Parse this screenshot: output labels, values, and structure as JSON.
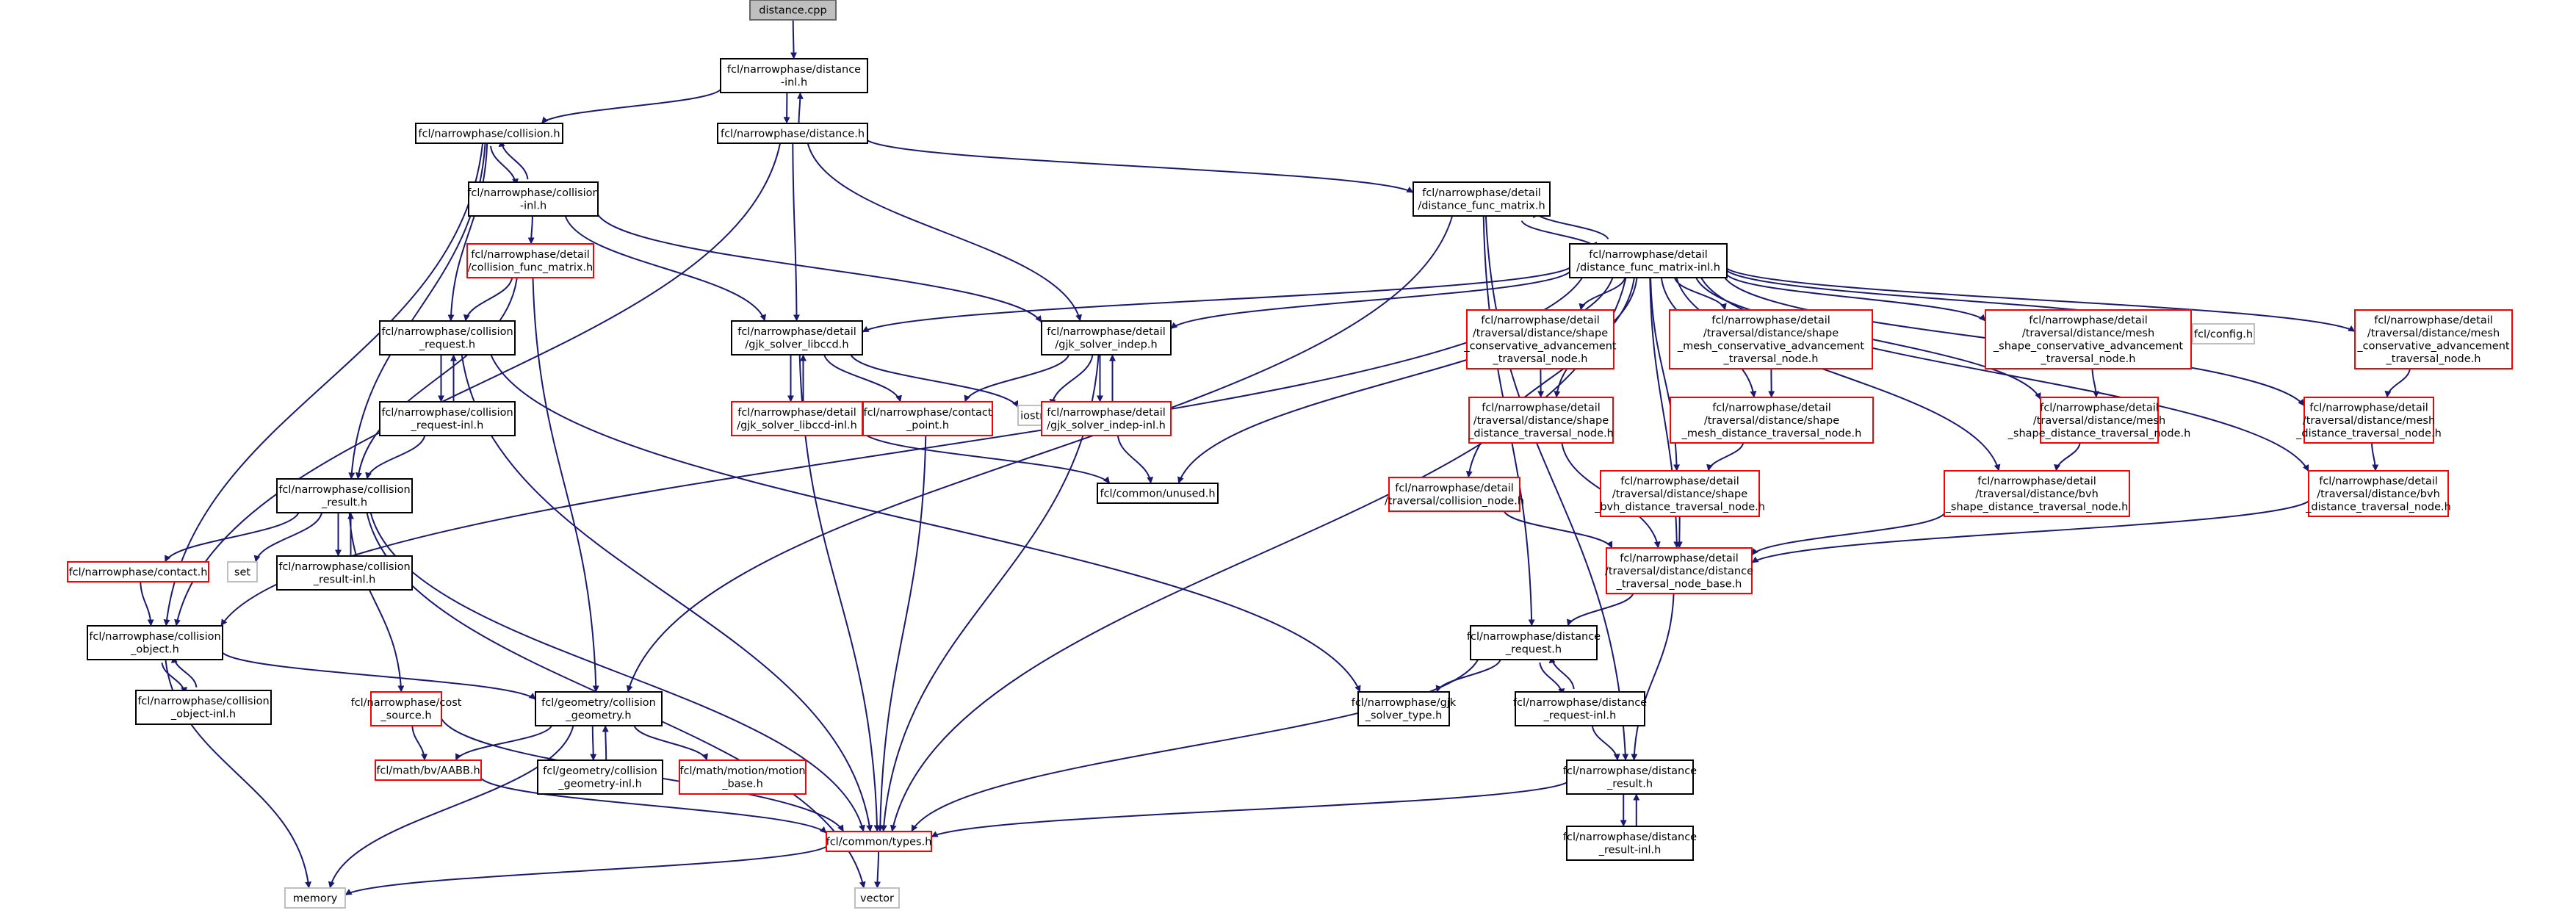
{
  "colors": {
    "edge": "#191970",
    "black": "#000000",
    "red": "#ff0000",
    "gray": "#bfbfbf",
    "highlight": "#bfbfbf",
    "text": "#000000"
  },
  "nodes": [
    {
      "id": "dcpp",
      "lines": [
        "distance.cpp"
      ],
      "style": "highlight"
    },
    {
      "id": "dinl",
      "lines": [
        "fcl/narrowphase/distance",
        "-inl.h"
      ],
      "style": "black"
    },
    {
      "id": "dh",
      "lines": [
        "fcl/narrowphase/distance.h"
      ],
      "style": "black"
    },
    {
      "id": "colh",
      "lines": [
        "fcl/narrowphase/collision.h"
      ],
      "style": "black"
    },
    {
      "id": "colinl",
      "lines": [
        "fcl/narrowphase/collision",
        "-inl.h"
      ],
      "style": "black"
    },
    {
      "id": "cfm",
      "lines": [
        "fcl/narrowphase/detail",
        "/collision_func_matrix.h"
      ],
      "style": "red"
    },
    {
      "id": "creq",
      "lines": [
        "fcl/narrowphase/collision",
        "_request.h"
      ],
      "style": "black"
    },
    {
      "id": "creqinl",
      "lines": [
        "fcl/narrowphase/collision",
        "_request-inl.h"
      ],
      "style": "black"
    },
    {
      "id": "cres",
      "lines": [
        "fcl/narrowphase/collision",
        "_result.h"
      ],
      "style": "black"
    },
    {
      "id": "contact",
      "lines": [
        "fcl/narrowphase/contact.h"
      ],
      "style": "red"
    },
    {
      "id": "set",
      "lines": [
        "set"
      ],
      "style": "gray"
    },
    {
      "id": "cresinl",
      "lines": [
        "fcl/narrowphase/collision",
        "_result-inl.h"
      ],
      "style": "black"
    },
    {
      "id": "cobj",
      "lines": [
        "fcl/narrowphase/collision",
        "_object.h"
      ],
      "style": "black"
    },
    {
      "id": "cobjinl",
      "lines": [
        "fcl/narrowphase/collision",
        "_object-inl.h"
      ],
      "style": "black"
    },
    {
      "id": "cost",
      "lines": [
        "fcl/narrowphase/cost",
        "_source.h"
      ],
      "style": "red"
    },
    {
      "id": "aabb",
      "lines": [
        "fcl/math/bv/AABB.h"
      ],
      "style": "red"
    },
    {
      "id": "cgeo",
      "lines": [
        "fcl/geometry/collision",
        "_geometry.h"
      ],
      "style": "black"
    },
    {
      "id": "cgeoinl",
      "lines": [
        "fcl/geometry/collision",
        "_geometry-inl.h"
      ],
      "style": "black"
    },
    {
      "id": "motion",
      "lines": [
        "fcl/math/motion/motion",
        "_base.h"
      ],
      "style": "red"
    },
    {
      "id": "types",
      "lines": [
        "fcl/common/types.h"
      ],
      "style": "red"
    },
    {
      "id": "memory",
      "lines": [
        "memory"
      ],
      "style": "gray"
    },
    {
      "id": "vector",
      "lines": [
        "vector"
      ],
      "style": "gray"
    },
    {
      "id": "gjkl",
      "lines": [
        "fcl/narrowphase/detail",
        "/gjk_solver_libccd.h"
      ],
      "style": "black"
    },
    {
      "id": "gjklinl",
      "lines": [
        "fcl/narrowphase/detail",
        "/gjk_solver_libccd-inl.h"
      ],
      "style": "red"
    },
    {
      "id": "cpoint",
      "lines": [
        "fcl/narrowphase/contact",
        "_point.h"
      ],
      "style": "red"
    },
    {
      "id": "iostream",
      "lines": [
        "iostream"
      ],
      "style": "gray"
    },
    {
      "id": "gjki",
      "lines": [
        "fcl/narrowphase/detail",
        "/gjk_solver_indep.h"
      ],
      "style": "black"
    },
    {
      "id": "gjkiinl",
      "lines": [
        "fcl/narrowphase/detail",
        "/gjk_solver_indep-inl.h"
      ],
      "style": "red"
    },
    {
      "id": "unused",
      "lines": [
        "fcl/common/unused.h"
      ],
      "style": "black"
    },
    {
      "id": "dfm",
      "lines": [
        "fcl/narrowphase/detail",
        "/distance_func_matrix.h"
      ],
      "style": "black"
    },
    {
      "id": "dfminl",
      "lines": [
        "fcl/narrowphase/detail",
        "/distance_func_matrix-inl.h"
      ],
      "style": "black"
    },
    {
      "id": "scatn",
      "lines": [
        "fcl/narrowphase/detail",
        "/traversal/distance/shape",
        "_conservative_advancement",
        "_traversal_node.h"
      ],
      "style": "red"
    },
    {
      "id": "sdtn",
      "lines": [
        "fcl/narrowphase/detail",
        "/traversal/distance/shape",
        "_distance_traversal_node.h"
      ],
      "style": "red"
    },
    {
      "id": "smcatn",
      "lines": [
        "fcl/narrowphase/detail",
        "/traversal/distance/shape",
        "_mesh_conservative_advancement",
        "_traversal_node.h"
      ],
      "style": "red"
    },
    {
      "id": "smdtn",
      "lines": [
        "fcl/narrowphase/detail",
        "/traversal/distance/shape",
        "_mesh_distance_traversal_node.h"
      ],
      "style": "red"
    },
    {
      "id": "sbdtn",
      "lines": [
        "fcl/narrowphase/detail",
        "/traversal/distance/shape",
        "_bvh_distance_traversal_node.h"
      ],
      "style": "red"
    },
    {
      "id": "mscatn",
      "lines": [
        "fcl/narrowphase/detail",
        "/traversal/distance/mesh",
        "_shape_conservative_advancement",
        "_traversal_node.h"
      ],
      "style": "red"
    },
    {
      "id": "msdtn",
      "lines": [
        "fcl/narrowphase/detail",
        "/traversal/distance/mesh",
        "_shape_distance_traversal_node.h"
      ],
      "style": "red"
    },
    {
      "id": "bsdtn",
      "lines": [
        "fcl/narrowphase/detail",
        "/traversal/distance/bvh",
        "_shape_distance_traversal_node.h"
      ],
      "style": "red"
    },
    {
      "id": "config",
      "lines": [
        "fcl/config.h"
      ],
      "style": "gray"
    },
    {
      "id": "mcatn",
      "lines": [
        "fcl/narrowphase/detail",
        "/traversal/distance/mesh",
        "_conservative_advancement",
        "_traversal_node.h"
      ],
      "style": "red"
    },
    {
      "id": "mdtn",
      "lines": [
        "fcl/narrowphase/detail",
        "/traversal/distance/mesh",
        "_distance_traversal_node.h"
      ],
      "style": "red"
    },
    {
      "id": "bdtn",
      "lines": [
        "fcl/narrowphase/detail",
        "/traversal/distance/bvh",
        "_distance_traversal_node.h"
      ],
      "style": "red"
    },
    {
      "id": "coltn",
      "lines": [
        "fcl/narrowphase/detail",
        "/traversal/collision_node.h"
      ],
      "style": "red"
    },
    {
      "id": "dtnb",
      "lines": [
        "fcl/narrowphase/detail",
        "/traversal/distance/distance",
        "_traversal_node_base.h"
      ],
      "style": "red"
    },
    {
      "id": "dreq",
      "lines": [
        "fcl/narrowphase/distance",
        "_request.h"
      ],
      "style": "black"
    },
    {
      "id": "gjkst",
      "lines": [
        "fcl/narrowphase/gjk",
        "_solver_type.h"
      ],
      "style": "black"
    },
    {
      "id": "dreqinl",
      "lines": [
        "fcl/narrowphase/distance",
        "_request-inl.h"
      ],
      "style": "black"
    },
    {
      "id": "dres",
      "lines": [
        "fcl/narrowphase/distance",
        "_result.h"
      ],
      "style": "black"
    },
    {
      "id": "dresinl",
      "lines": [
        "fcl/narrowphase/distance",
        "_result-inl.h"
      ],
      "style": "black"
    }
  ],
  "edges": [
    [
      "dcpp",
      "dinl"
    ],
    [
      "dinl",
      "dh"
    ],
    [
      "dh",
      "dinl"
    ],
    [
      "dinl",
      "colh"
    ],
    [
      "colh",
      "colinl"
    ],
    [
      "colinl",
      "colh"
    ],
    [
      "colh",
      "creq"
    ],
    [
      "colh",
      "cres"
    ],
    [
      "colh",
      "cobj"
    ],
    [
      "dh",
      "cobj"
    ],
    [
      "dh",
      "gjkl"
    ],
    [
      "dh",
      "gjki"
    ],
    [
      "dh",
      "dfm"
    ],
    [
      "colinl",
      "cfm"
    ],
    [
      "colinl",
      "gjkl"
    ],
    [
      "colinl",
      "gjki"
    ],
    [
      "cfm",
      "creq"
    ],
    [
      "cfm",
      "cres"
    ],
    [
      "cfm",
      "cgeo"
    ],
    [
      "creq",
      "creqinl"
    ],
    [
      "creqinl",
      "creq"
    ],
    [
      "creqinl",
      "cres"
    ],
    [
      "creq",
      "gjkst"
    ],
    [
      "creq",
      "types"
    ],
    [
      "cres",
      "contact"
    ],
    [
      "cres",
      "set"
    ],
    [
      "cres",
      "cresinl"
    ],
    [
      "cresinl",
      "cres"
    ],
    [
      "cres",
      "cost"
    ],
    [
      "cres",
      "types"
    ],
    [
      "cres",
      "vector"
    ],
    [
      "contact",
      "cobj"
    ],
    [
      "cobj",
      "cobjinl"
    ],
    [
      "cobjinl",
      "cobj"
    ],
    [
      "cobj",
      "cgeo"
    ],
    [
      "cobj",
      "memory"
    ],
    [
      "cost",
      "aabb"
    ],
    [
      "cost",
      "types"
    ],
    [
      "cgeo",
      "aabb"
    ],
    [
      "cgeo",
      "cgeoinl"
    ],
    [
      "cgeoinl",
      "cgeo"
    ],
    [
      "cgeo",
      "motion"
    ],
    [
      "cgeo",
      "memory"
    ],
    [
      "aabb",
      "types"
    ],
    [
      "types",
      "memory"
    ],
    [
      "types",
      "vector"
    ],
    [
      "gjkl",
      "gjklinl"
    ],
    [
      "gjklinl",
      "gjkl"
    ],
    [
      "gjkl",
      "cpoint"
    ],
    [
      "gjkl",
      "iostream"
    ],
    [
      "gjkl",
      "types"
    ],
    [
      "gjklinl",
      "unused"
    ],
    [
      "cpoint",
      "types"
    ],
    [
      "gjki",
      "gjkiinl"
    ],
    [
      "gjkiinl",
      "gjki"
    ],
    [
      "gjki",
      "cpoint"
    ],
    [
      "gjki",
      "iostream"
    ],
    [
      "gjki",
      "types"
    ],
    [
      "gjkiinl",
      "unused"
    ],
    [
      "dfm",
      "dfminl"
    ],
    [
      "dfminl",
      "dfm"
    ],
    [
      "dfm",
      "cgeo"
    ],
    [
      "dfm",
      "dreq"
    ],
    [
      "dfm",
      "dres"
    ],
    [
      "dfminl",
      "cobj"
    ],
    [
      "dfminl",
      "gjkl"
    ],
    [
      "dfminl",
      "gjki"
    ],
    [
      "dfminl",
      "unused"
    ],
    [
      "dfminl",
      "types"
    ],
    [
      "dfminl",
      "scatn"
    ],
    [
      "dfminl",
      "sdtn"
    ],
    [
      "dfminl",
      "smcatn"
    ],
    [
      "dfminl",
      "smdtn"
    ],
    [
      "dfminl",
      "sbdtn"
    ],
    [
      "dfminl",
      "mscatn"
    ],
    [
      "dfminl",
      "msdtn"
    ],
    [
      "dfminl",
      "bsdtn"
    ],
    [
      "dfminl",
      "config"
    ],
    [
      "dfminl",
      "mcatn"
    ],
    [
      "dfminl",
      "mdtn"
    ],
    [
      "dfminl",
      "bdtn"
    ],
    [
      "dfminl",
      "coltn"
    ],
    [
      "dfminl",
      "dtnb"
    ],
    [
      "scatn",
      "sdtn"
    ],
    [
      "sdtn",
      "dtnb"
    ],
    [
      "smcatn",
      "smdtn"
    ],
    [
      "smdtn",
      "sbdtn"
    ],
    [
      "sbdtn",
      "dtnb"
    ],
    [
      "mscatn",
      "msdtn"
    ],
    [
      "msdtn",
      "bsdtn"
    ],
    [
      "bsdtn",
      "dtnb"
    ],
    [
      "mcatn",
      "mdtn"
    ],
    [
      "mdtn",
      "bdtn"
    ],
    [
      "bdtn",
      "dtnb"
    ],
    [
      "coltn",
      "dtnb"
    ],
    [
      "dtnb",
      "dreq"
    ],
    [
      "dtnb",
      "dres"
    ],
    [
      "dreq",
      "gjkst"
    ],
    [
      "dreq",
      "dreqinl"
    ],
    [
      "dreqinl",
      "dreq"
    ],
    [
      "dreq",
      "types"
    ],
    [
      "dreqinl",
      "dres"
    ],
    [
      "dres",
      "dresinl"
    ],
    [
      "dresinl",
      "dres"
    ],
    [
      "dres",
      "types"
    ]
  ]
}
